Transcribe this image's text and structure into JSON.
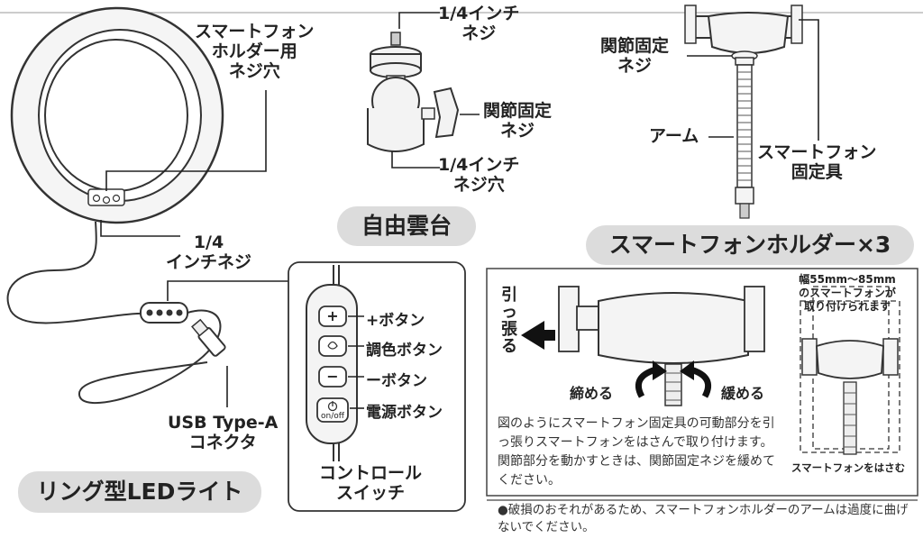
{
  "ring_light": {
    "holder_screw_hole": [
      "スマートフォン",
      "ホルダー用",
      "ネジ穴"
    ],
    "quarter_inch_screw": [
      "1/4",
      "インチネジ"
    ],
    "usb_connector": [
      "USB Type-A",
      "コネクタ"
    ],
    "title": "リング型LEDライト"
  },
  "ball_head": {
    "top_screw": [
      "1/4インチ",
      "ネジ"
    ],
    "lock_screw": [
      "関節固定",
      "ネジ"
    ],
    "bottom_hole": [
      "1/4インチ",
      "ネジ穴"
    ],
    "title": "自由雲台"
  },
  "phone_holder": {
    "lock_screw": [
      "関節固定",
      "ネジ"
    ],
    "arm": "アーム",
    "clamp": [
      "スマートフォン",
      "固定具"
    ],
    "title": "スマートフォンホルダー×3"
  },
  "controller": {
    "plus_symbol": "+",
    "plus_label": "+ボタン",
    "color_label": "調色ボタン",
    "minus_symbol": "−",
    "minus_label": "ーボタン",
    "power_sub": "on/off",
    "power_label": "電源ボタン",
    "title": [
      "コントロール",
      "スイッチ"
    ]
  },
  "instructions": {
    "pull": [
      "引",
      "っ",
      "張",
      "る"
    ],
    "tighten": "締める",
    "loosen": "緩める",
    "width_note": [
      "幅55mm〜85mm",
      "のスマートフォンが",
      "取り付けられます"
    ],
    "clamp_caption": "スマートフォンをはさむ",
    "body": "図のようにスマートフォン固定具の可動部分を引っ張りスマートフォンをはさんで取り付けます。関節部分を動かすときは、関節固定ネジを緩めてください。",
    "warning": "●破損のおそれがあるため、スマートフォンホルダーのアームは過度に曲げないでください。"
  },
  "colors": {
    "pill_bg": "#dcdcdc",
    "line": "#222222",
    "device_fill": "#f4f4f4"
  }
}
